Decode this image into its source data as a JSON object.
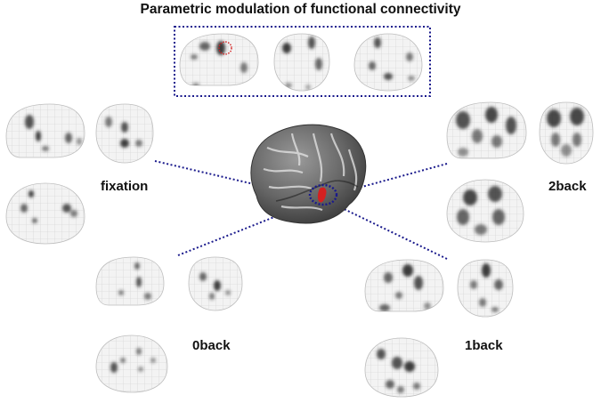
{
  "title": "Parametric modulation of functional connectivity",
  "labels": {
    "fixation": "fixation",
    "back0": "0back",
    "back1": "1back",
    "back2": "2back"
  },
  "colors": {
    "connector": "#1a1a8c",
    "seed": "#d42020",
    "brain": "#6f6f6f",
    "panel_bg": "#f3f3f3",
    "grid": "#c8c8c8",
    "blob": "#2a2a2a"
  }
}
